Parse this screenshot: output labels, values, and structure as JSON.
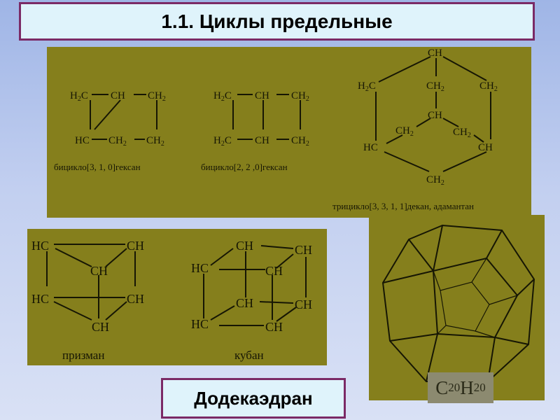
{
  "slide_title": "1.1. Циклы предельные",
  "top_panel": {
    "bicyclo310": {
      "caption": "бицикло[3, 1, 0]гексан",
      "atoms": {
        "a1": "H2C",
        "a2": "CH",
        "a3": "CH2",
        "b1": "HC",
        "b2": "CH2",
        "b3": "CH2"
      }
    },
    "bicyclo220": {
      "caption": "бицикло[2, 2 ,0]гексан",
      "atoms": {
        "a1": "H2C",
        "a2": "CH",
        "a3": "CH2",
        "b1": "H2C",
        "b2": "CH",
        "b3": "CH2"
      }
    },
    "adamantane": {
      "caption": "трицикло[3, 3, 1, 1]декан, адамантан",
      "atoms": {
        "top": "CH",
        "left": "H2C",
        "mid_top": "CH2",
        "right": "CH2",
        "center": "CH",
        "ch2_left": "CH2",
        "ch2_right": "CH2",
        "hc_left": "HC",
        "ch_right": "CH",
        "bottom": "CH2"
      }
    }
  },
  "bottom_panel": {
    "prismane": {
      "caption": "призман",
      "atoms": {
        "a": "HC",
        "b": "CH",
        "c": "CH",
        "d": "HC",
        "e": "CH",
        "f": "CH"
      }
    },
    "cubane": {
      "caption": "кубан",
      "atoms": {
        "t1": "CH",
        "t2": "CH",
        "t3": "HC",
        "t4": "CH",
        "b1": "CH",
        "b2": "CH",
        "b3": "HC",
        "b4": "CH"
      }
    }
  },
  "dodecahedrane": {
    "formula_c": "C",
    "formula_c_sub": "20",
    "formula_h": "H",
    "formula_h_sub": "20",
    "name": "Додекаэдран"
  },
  "colors": {
    "panel_bg": "#857f1c",
    "title_bg": "#dff3fb",
    "title_border": "#7b2a66"
  }
}
